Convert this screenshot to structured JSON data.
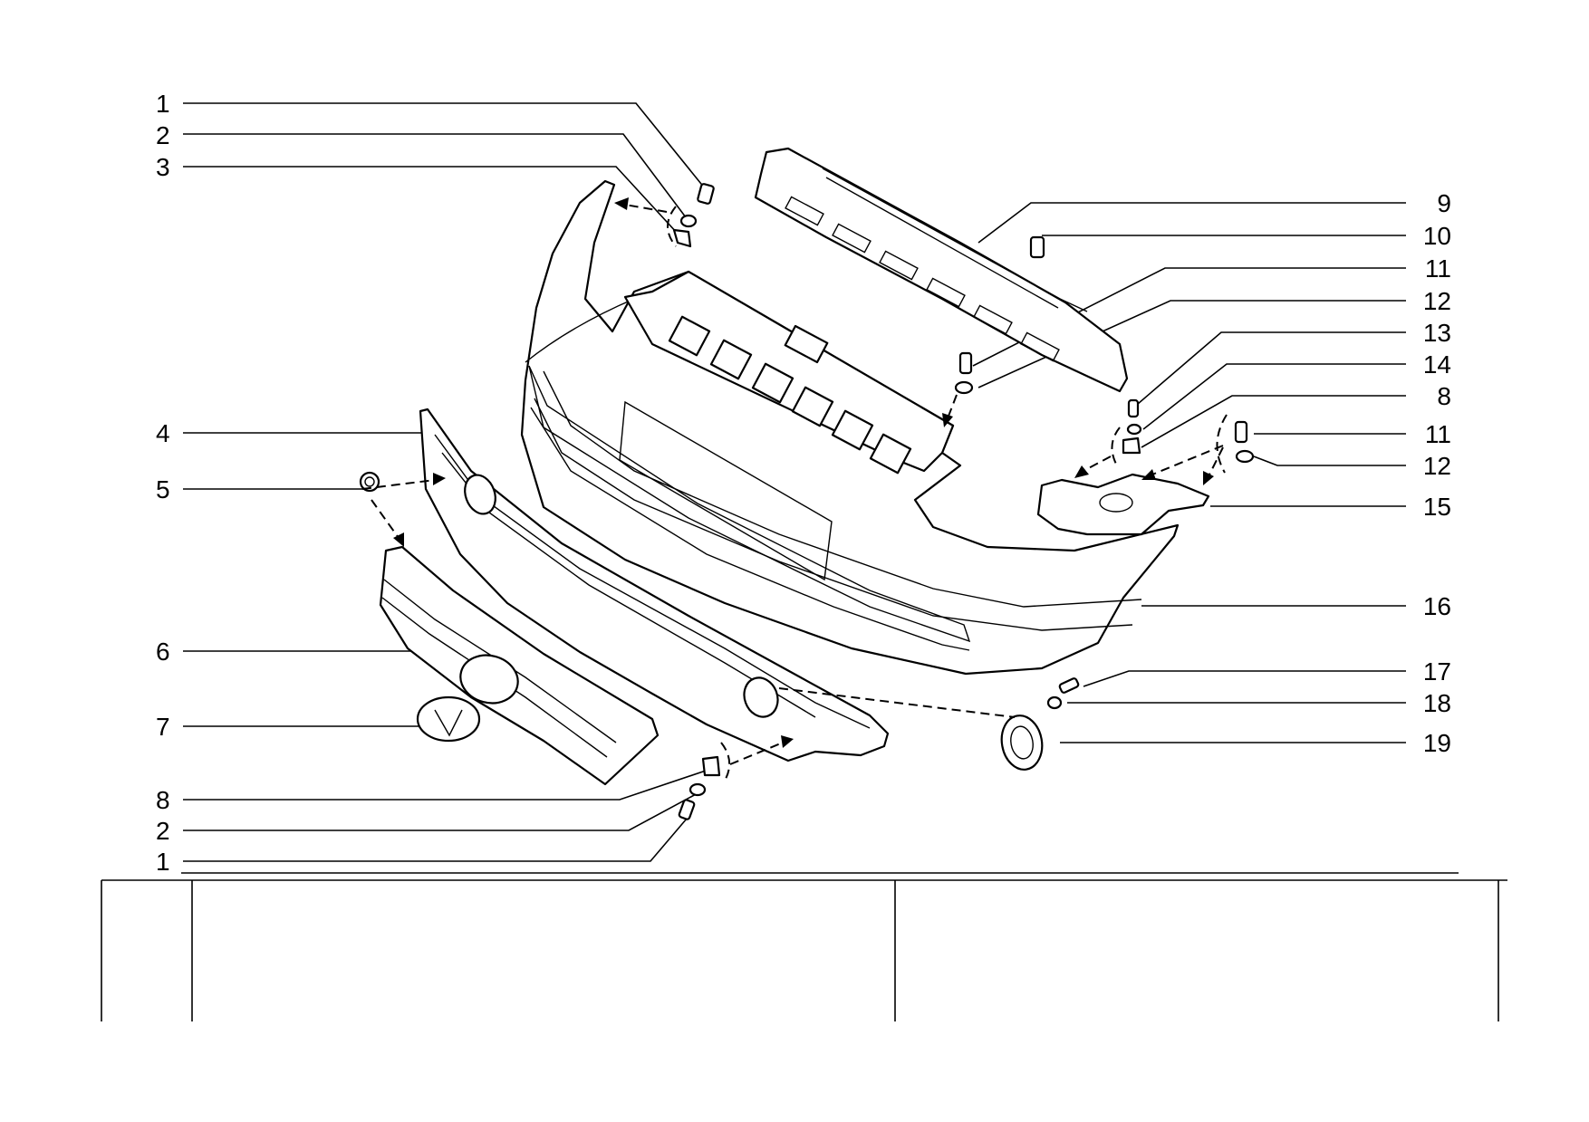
{
  "callouts_left": [
    "1",
    "2",
    "3",
    "4",
    "5",
    "6",
    "7",
    "8",
    "2",
    "1"
  ],
  "callouts_right": [
    "9",
    "10",
    "11",
    "12",
    "13",
    "14",
    "8",
    "11",
    "12",
    "15",
    "16",
    "17",
    "18",
    "19"
  ],
  "parts": {
    "bolt": "bolt-icon",
    "washer": "washer-icon",
    "bracket": "bracket-icon",
    "emblem_clip": "emblem-clip-icon"
  }
}
